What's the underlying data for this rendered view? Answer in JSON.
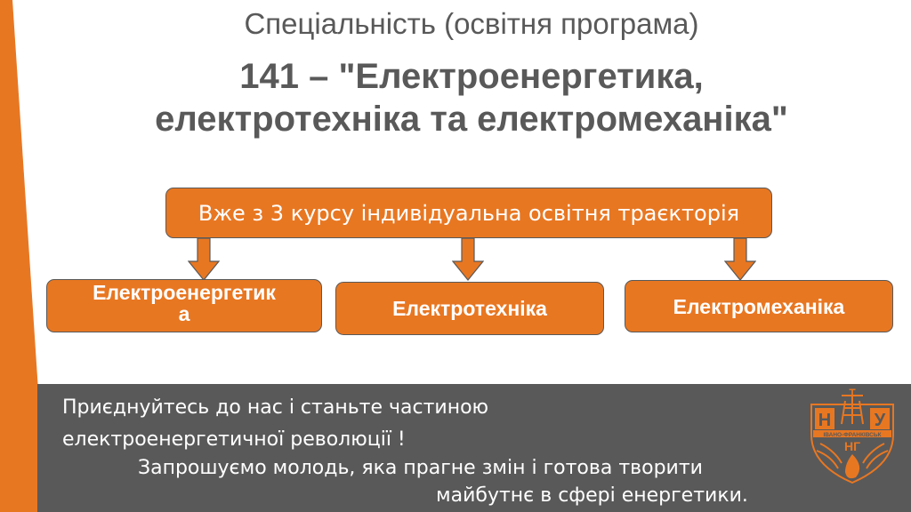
{
  "slide": {
    "subtitle": "Спеціальність (освітня програма)",
    "title_line1": "141 – \"Електроенергетика,",
    "title_line2": "електротехніка та електромеханіка\""
  },
  "diagram": {
    "root": "Вже з 3 курсу індивідуальна освітня траєкторія",
    "branches": [
      {
        "label_line1": "Електроенергетик",
        "label_line2": "а"
      },
      {
        "label": "Електротехніка"
      },
      {
        "label": "Електромеханіка"
      }
    ]
  },
  "footer": {
    "line1": "Приєднуйтесь до нас і станьте частиною",
    "line2": "електроенергетичної революції !",
    "line3": "Запрошуємо молодь, яка прагне змін і готова творити",
    "line4": "майбутнє в сфері енергетики."
  },
  "logo": {
    "letters_left": "Н",
    "letters_top": "Т",
    "letters_right": "У",
    "banner": "ІВАНО-ФРАНКІВСЬК",
    "letters_bottom": "НГ"
  },
  "colors": {
    "accent": "#e87722",
    "text_gray": "#595959",
    "band": "#595959",
    "white": "#ffffff"
  }
}
